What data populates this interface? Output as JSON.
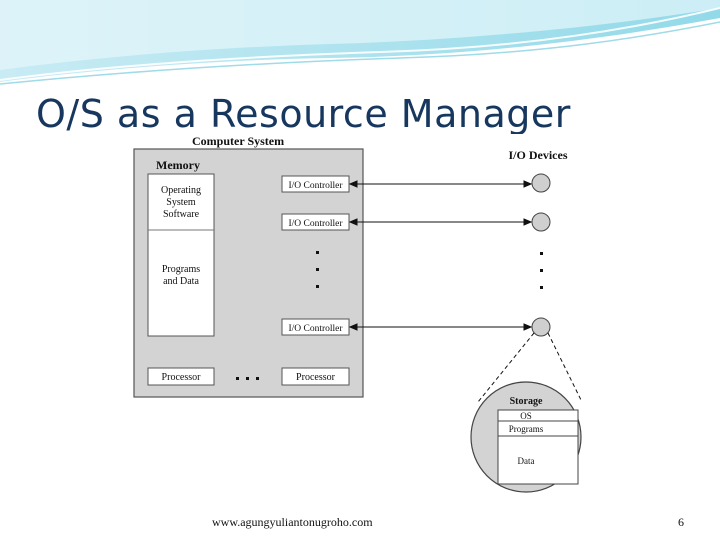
{
  "slide": {
    "title": "O/S as a Resource Manager",
    "footer_url": "www.agungyuliantonugroho.com",
    "page_number": "6"
  },
  "diagram": {
    "computer_system_label": "Computer System",
    "memory_label": "Memory",
    "os_software_lines": [
      "Operating",
      "System",
      "Software"
    ],
    "programs_data_lines": [
      "Programs",
      "and Data"
    ],
    "io_controller_label": "I/O Controller",
    "processor_label": "Processor",
    "io_devices_label": "I/O Devices",
    "storage": {
      "title": "Storage",
      "rows": [
        "OS",
        "Programs",
        "Data"
      ]
    }
  },
  "colors": {
    "title": "#17375e",
    "wave_light": "#c8ecf4",
    "wave_mid": "#7fd0e2",
    "system_fill": "#d3d3d3",
    "device_fill": "#cfcfcf"
  }
}
